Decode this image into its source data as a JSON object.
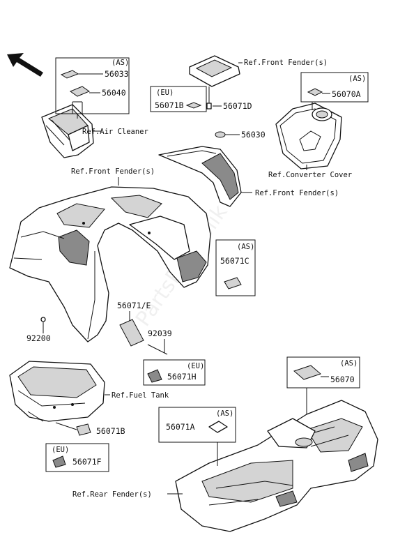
{
  "labels": {
    "p56033": "56033",
    "p56040": "56040",
    "ref_air_cleaner": "Ref.Air Cleaner",
    "ref_front_fender_top": "Ref.Front Fender(s)",
    "p56071b_top": "56071B",
    "p56071d": "56071D",
    "p56070a": "56070A",
    "ref_converter_cover": "Ref.Converter Cover",
    "p56030": "56030",
    "ref_front_fender_left": "Ref.Front Fender(s)",
    "ref_front_fender_right": "Ref.Front Fender(s)",
    "p56071c": "56071C",
    "p56071e": "56071/E",
    "p92039": "92039",
    "p92200": "92200",
    "p56071h": "56071H",
    "ref_fuel_tank": "Ref.Fuel Tank",
    "p56071b_bottom": "56071B",
    "p56071f": "56071F",
    "p56070": "56070",
    "p56071a": "56071A",
    "ref_rear_fender": "Ref.Rear Fender(s)"
  },
  "markets": {
    "as_56033": "(AS)",
    "eu_56071b": "(EU)",
    "as_56070a": "(AS)",
    "as_56071c": "(AS)",
    "eu_56071h": "(EU)",
    "eu_56071f": "(EU)",
    "as_56070": "(AS)",
    "as_56071a": "(AS)"
  },
  "watermark": "PartsRepublik",
  "icons": {
    "direction": "arrow-up-left-icon"
  }
}
